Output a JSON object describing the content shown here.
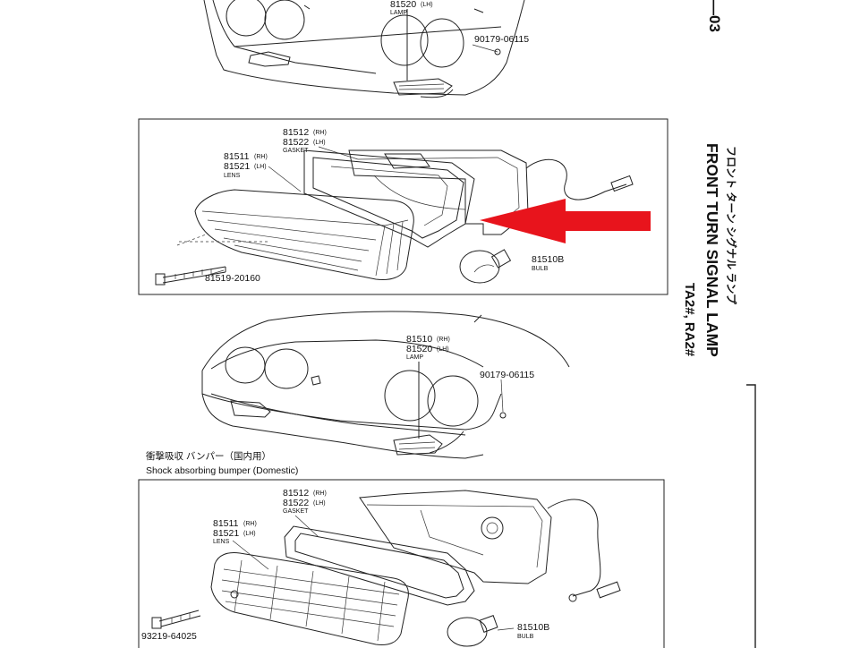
{
  "page_ref": "—03",
  "title": {
    "japanese": "フロント ターン シグナル ランプ",
    "english": "FRONT TURN SIGNAL LAMP",
    "models": "TA2#, RA2#"
  },
  "top_view": {
    "lamp_part": "81520",
    "lamp_side": "(LH)",
    "lamp_label": "LAMP",
    "screw_part": "90179-06115"
  },
  "upper_box": {
    "gasket_rh": "81512",
    "gasket_rh_side": "(RH)",
    "gasket_lh": "81522",
    "gasket_lh_side": "(LH)",
    "gasket_label": "GASKET",
    "lens_rh": "81511",
    "lens_rh_side": "(RH)",
    "lens_lh": "81521",
    "lens_lh_side": "(LH)",
    "lens_label": "LENS",
    "bulb_part": "81510B",
    "bulb_label": "BULB",
    "screw_part": "81519-20160"
  },
  "middle_view": {
    "lamp_rh": "81510",
    "lamp_rh_side": "(RH)",
    "lamp_lh": "81520",
    "lamp_lh_side": "(LH)",
    "lamp_label": "LAMP",
    "screw_part": "90179-06115"
  },
  "bumper_caption": {
    "japanese": "衝撃吸収 バンパー（国内用）",
    "english": "Shock absorbing bumper (Domestic)"
  },
  "lower_box": {
    "gasket_rh": "81512",
    "gasket_rh_side": "(RH)",
    "gasket_lh": "81522",
    "gasket_lh_side": "(LH)",
    "gasket_label": "GASKET",
    "lens_rh": "81511",
    "lens_rh_side": "(RH)",
    "lens_lh": "81521",
    "lens_lh_side": "(LH)",
    "lens_label": "LENS",
    "bulb_part": "81510B",
    "bulb_label": "BULB",
    "screw_part": "93219-64025"
  },
  "colors": {
    "arrow": "#e8141c",
    "ink": "#111111"
  }
}
